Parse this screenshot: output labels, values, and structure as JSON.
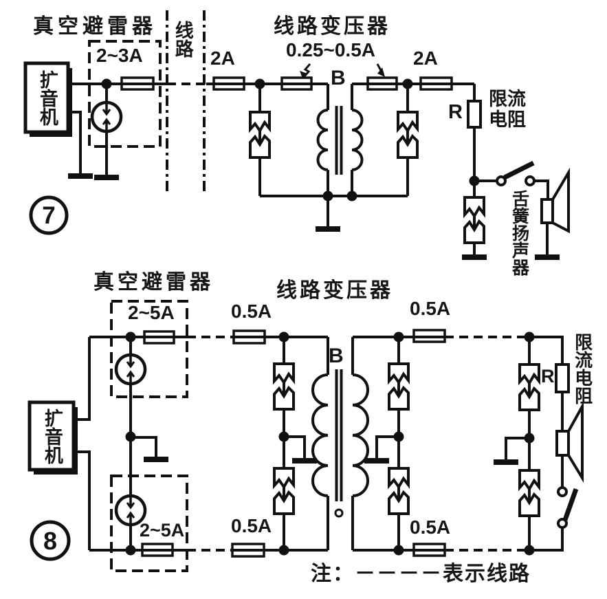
{
  "note": "注：－－－－表示线路",
  "c7": {
    "number": "7",
    "amp": "扩音机",
    "arrester": "真空避雷器",
    "arrester_fuse": "2~3A",
    "line": "线路",
    "fuse_left": "2A",
    "transformer": "线路变压器",
    "fuse_range": "0.25~0.5A",
    "b": "B",
    "fuse_right": "2A",
    "r": "R",
    "limit": "限流电阻",
    "speaker": "舌簧扬声器"
  },
  "c8": {
    "number": "8",
    "amp": "扩音机",
    "arrester": "真空避雷器",
    "fuse_arrester_top": "2~5A",
    "fuse_arrester_bottom": "2~5A",
    "fuse_top_left": "0.5A",
    "fuse_top_right": "0.5A",
    "fuse_bottom_left": "0.5A",
    "fuse_bottom_right": "0.5A",
    "transformer": "线路变压器",
    "b": "B",
    "r": "R",
    "limit": "限流电阻"
  }
}
